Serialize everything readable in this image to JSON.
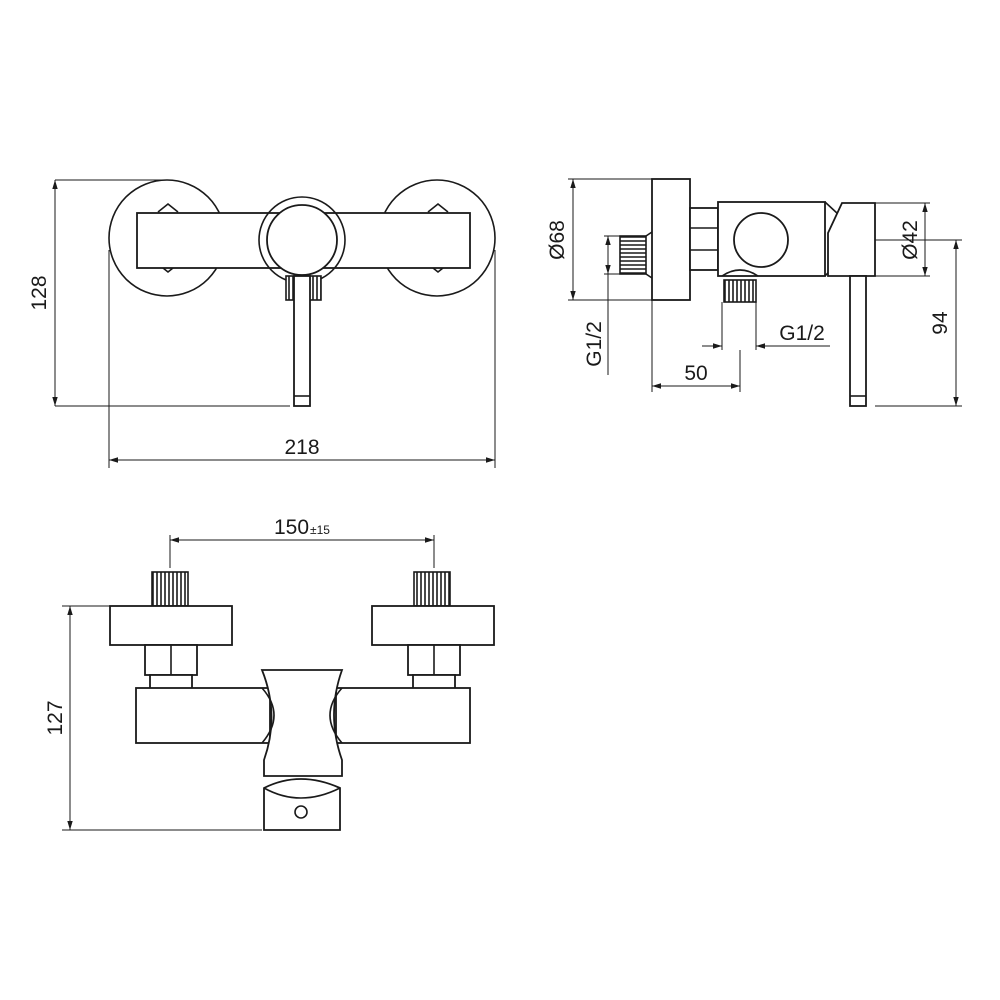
{
  "front_view": {
    "width_label": "218",
    "height_label": "128"
  },
  "side_view": {
    "flange_diameter_label": "Ø68",
    "body_diameter_label": "Ø42",
    "inlet_thread_label": "G1/2",
    "outlet_thread_label": "G1/2",
    "depth_label": "50",
    "handle_height_label": "94"
  },
  "top_view": {
    "spacing_label": "150",
    "spacing_tolerance": "±15",
    "height_label": "127"
  }
}
